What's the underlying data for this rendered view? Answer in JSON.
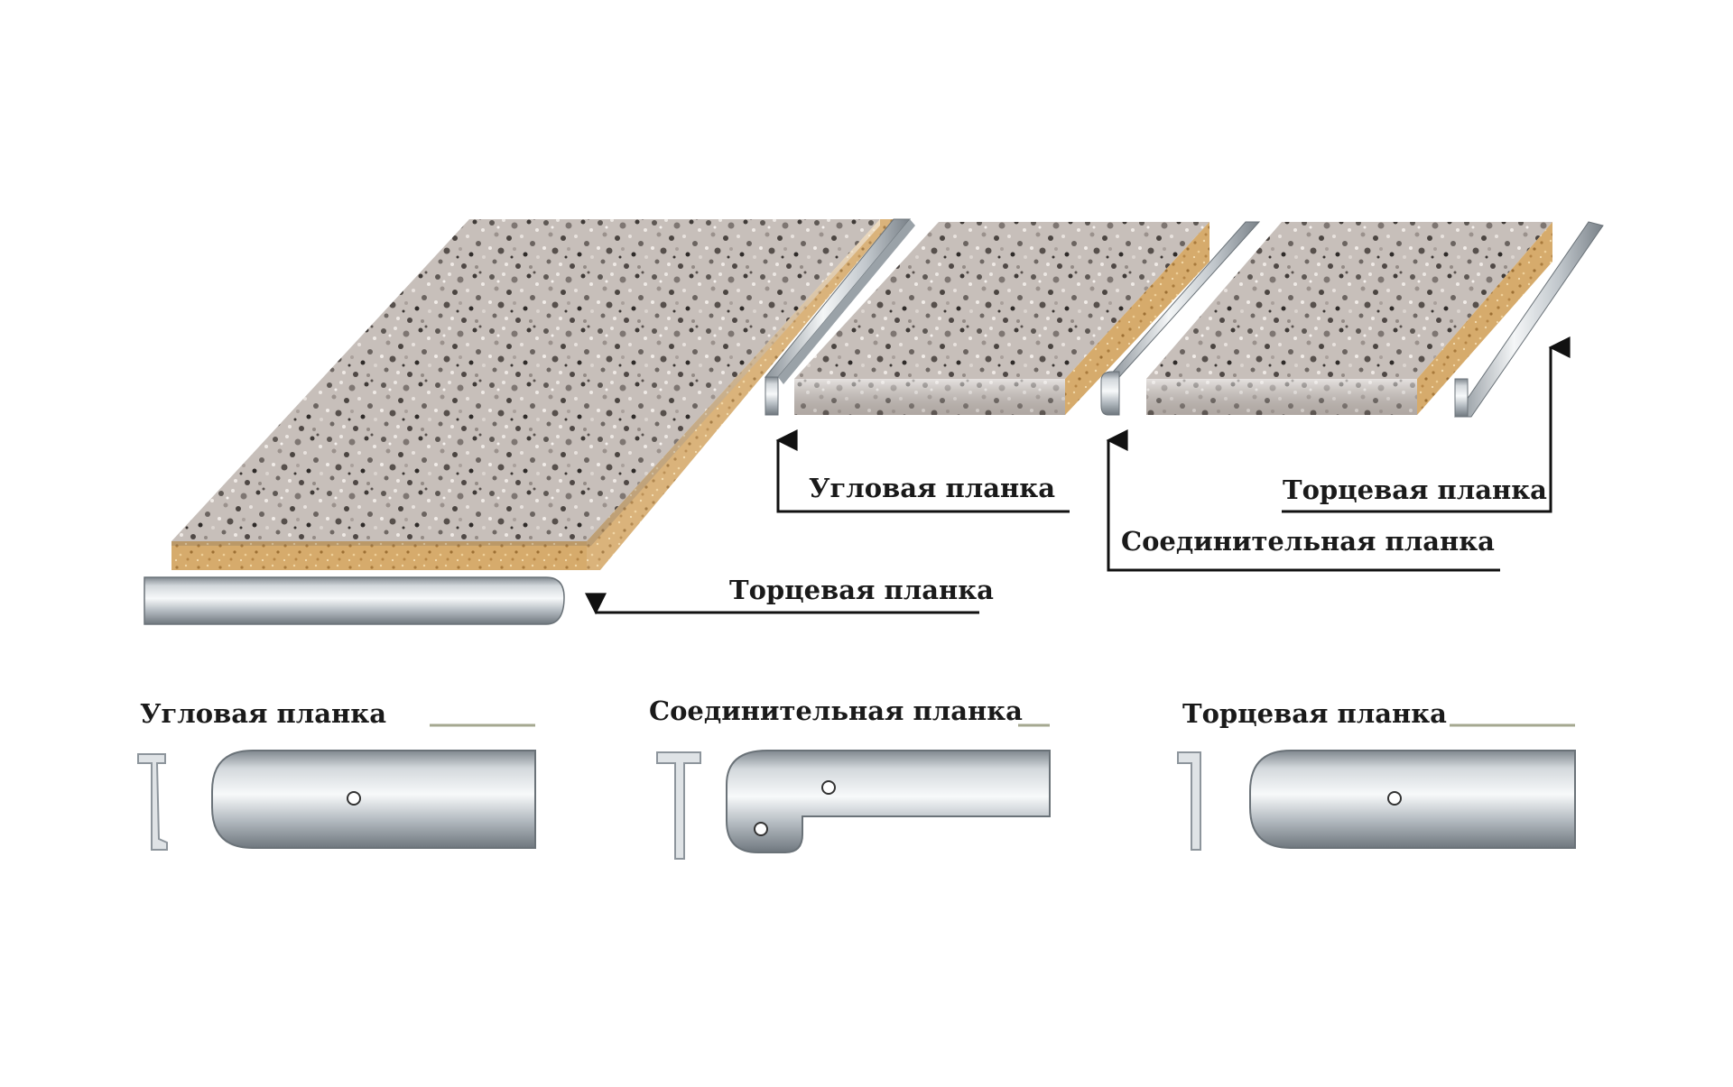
{
  "diagram": {
    "callouts": {
      "corner_strip": "Угловая планка",
      "end_strip_right": "Торцевая планка",
      "connecting_strip": "Соединительная планка",
      "end_strip_left": "Торцевая планка"
    },
    "legend": {
      "corner_strip": "Угловая планка",
      "connecting_strip": "Соединительная планка",
      "end_strip": "Торцевая планка"
    }
  },
  "colors": {
    "granite_base": "#c4bcb7",
    "chipboard": "#d2a868",
    "metal_light": "#f2f4f6",
    "metal_dark": "#8d959c",
    "arrow": "#111111",
    "legend_rule": "#a5a890"
  }
}
